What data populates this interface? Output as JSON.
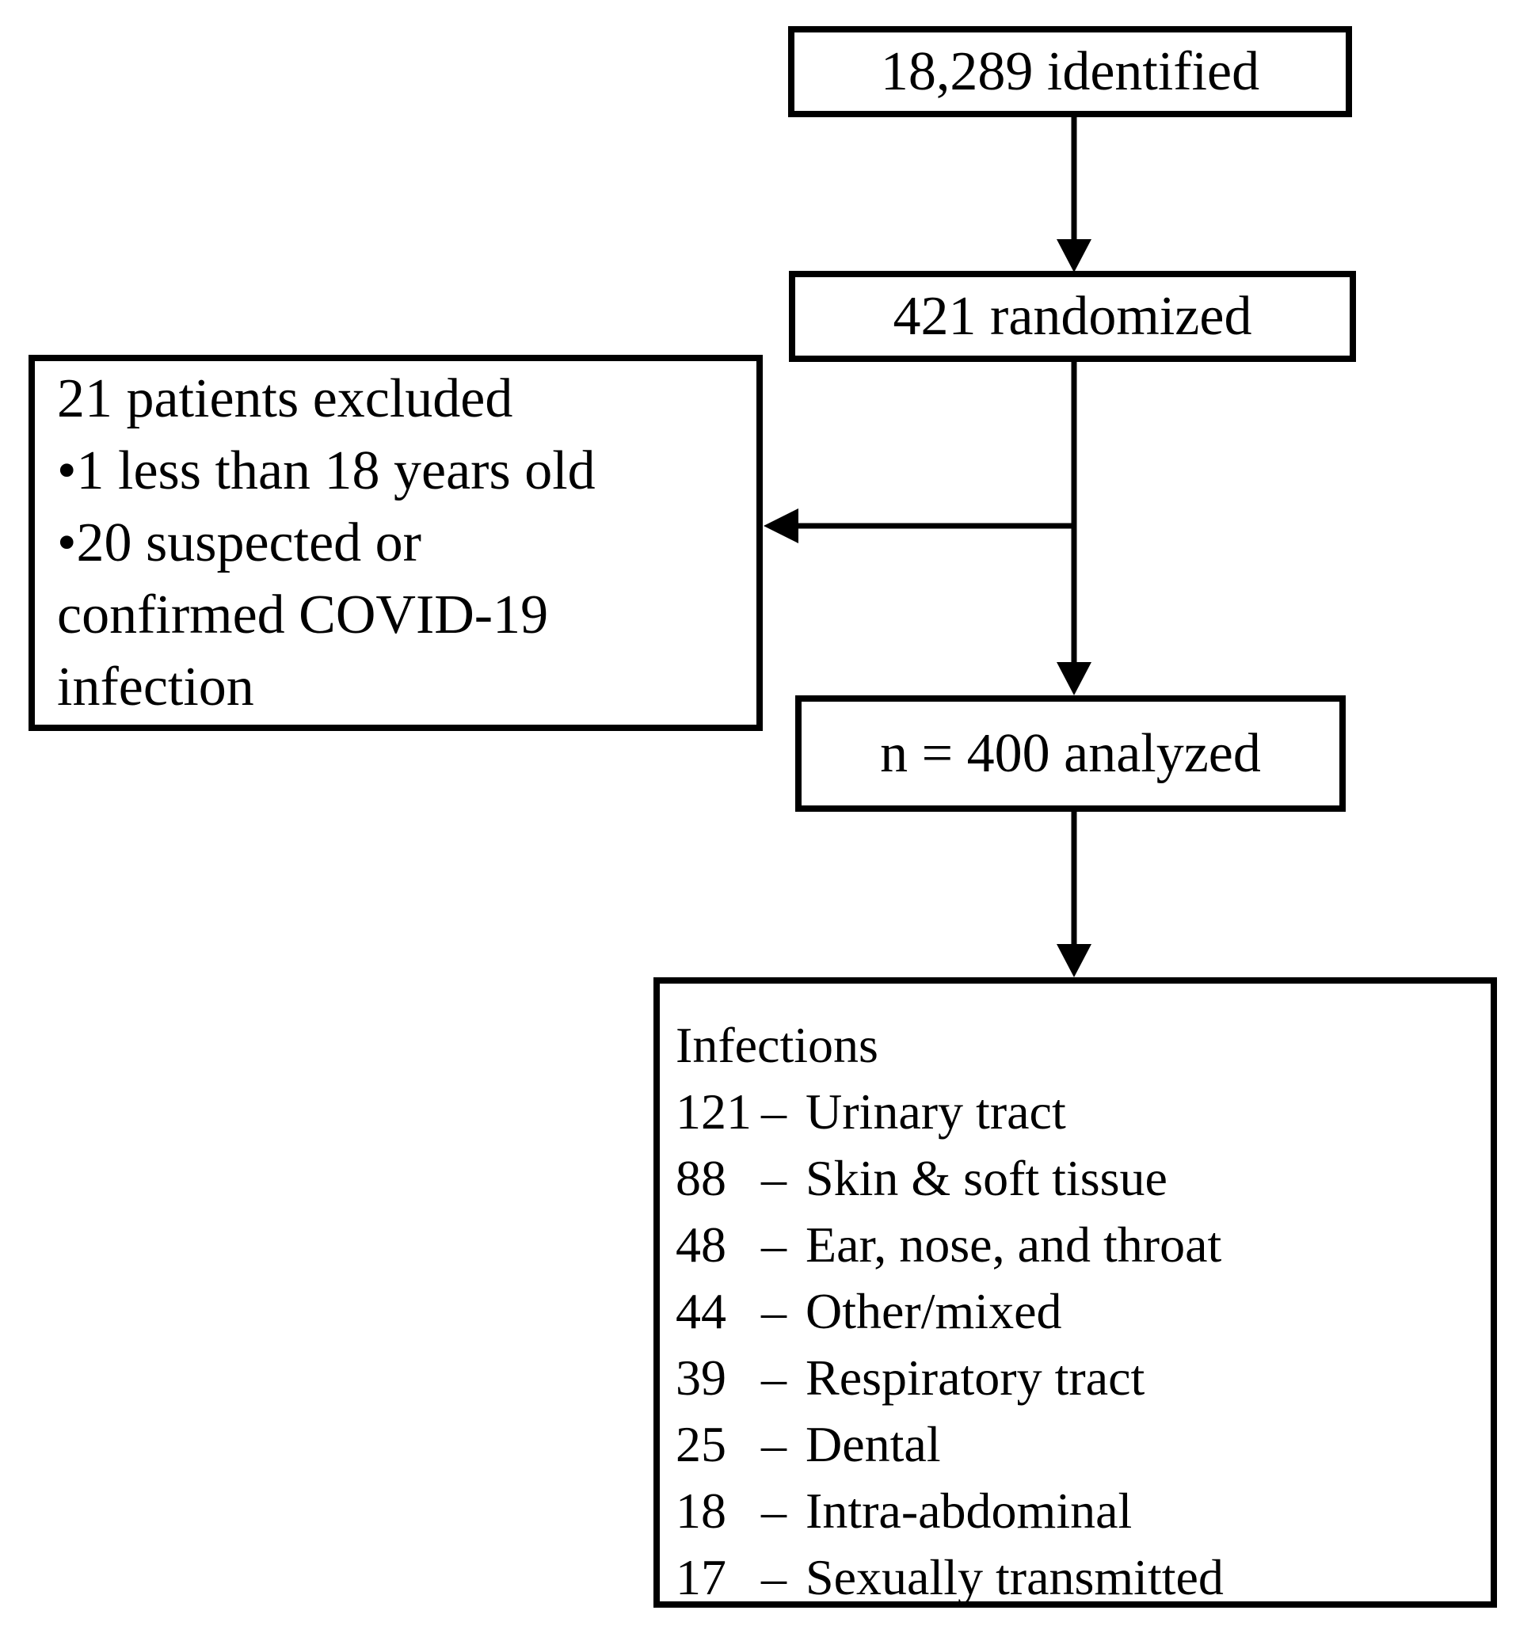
{
  "figure": {
    "background": "#ffffff",
    "line_color": "#000000",
    "text_color": "#000000",
    "separator": "–",
    "boxes": {
      "identified": {
        "label": "18,289 identified"
      },
      "randomized": {
        "label": "421 randomized"
      },
      "excluded": {
        "lines": [
          "21 patients excluded",
          "•1 less than 18 years old",
          "•20 suspected or",
          "confirmed COVID-19",
          "infection"
        ]
      },
      "analyzed": {
        "label": "n = 400 analyzed"
      },
      "infections": {
        "title": "Infections",
        "items": [
          {
            "count": "121",
            "label": "Urinary tract"
          },
          {
            "count": "88",
            "label": "Skin & soft tissue"
          },
          {
            "count": "48",
            "label": "Ear, nose, and throat"
          },
          {
            "count": "44",
            "label": "Other/mixed"
          },
          {
            "count": "39",
            "label": "Respiratory tract"
          },
          {
            "count": "25",
            "label": "Dental"
          },
          {
            "count": "18",
            "label": "Intra-abdominal"
          },
          {
            "count": "17",
            "label": "Sexually transmitted"
          }
        ]
      }
    }
  }
}
